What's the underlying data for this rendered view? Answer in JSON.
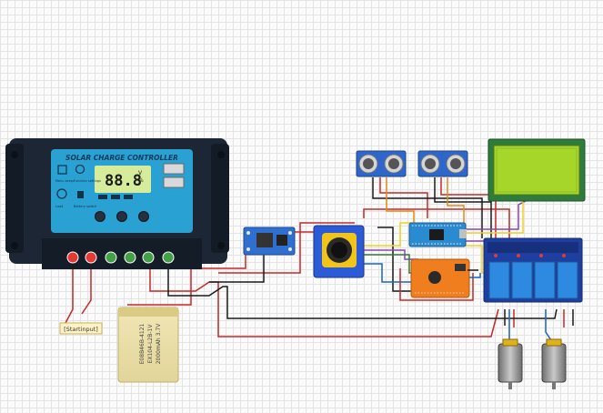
{
  "controller": {
    "title": "SOLAR CHARGE CONTROLLER",
    "lcd_readout": "88.8",
    "unit_volts": "V",
    "unit_percent": "%",
    "menu_label": "Menu setup",
    "function_label": "Function settings",
    "load_label": "Load",
    "battery_label": "Battery switch",
    "bg_color": "#1c2634",
    "panel_color": "#2aa1d3",
    "lcd_color": "#d6ec9a"
  },
  "battery": {
    "text_line1": "E08B46B-4121",
    "text_line2": "EX104-L2B-1V",
    "text_line3": "2000mAh 3.7V"
  },
  "start_label": "[Startinput]",
  "lcd_module": {
    "color": "#a6d62a"
  },
  "relay_count": 4,
  "motor_count": 2
}
